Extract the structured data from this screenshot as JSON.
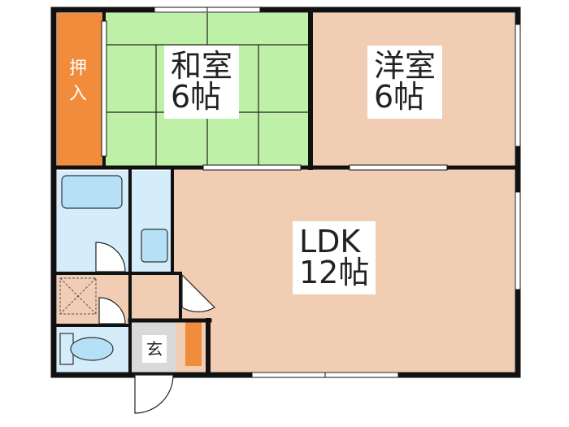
{
  "plan": {
    "colors": {
      "wall": "#111111",
      "tatami": "#bff0a8",
      "western_floor": "#f1cdb4",
      "closet": "#f08c3c",
      "wet_area": "#d5ecfa",
      "fixture": "#b5e0f5",
      "entry_floor": "#d9d9d9",
      "window": "#ffffff"
    },
    "rooms": {
      "washitsu": {
        "line1": "和室",
        "line2": "6帖"
      },
      "youshitsu": {
        "line1": "洋室",
        "line2": "6帖"
      },
      "ldk": {
        "line1": "LDK",
        "line2": "12帖"
      }
    },
    "closet": {
      "char1": "押",
      "char2": "入"
    },
    "entrance": {
      "label": "玄"
    }
  }
}
